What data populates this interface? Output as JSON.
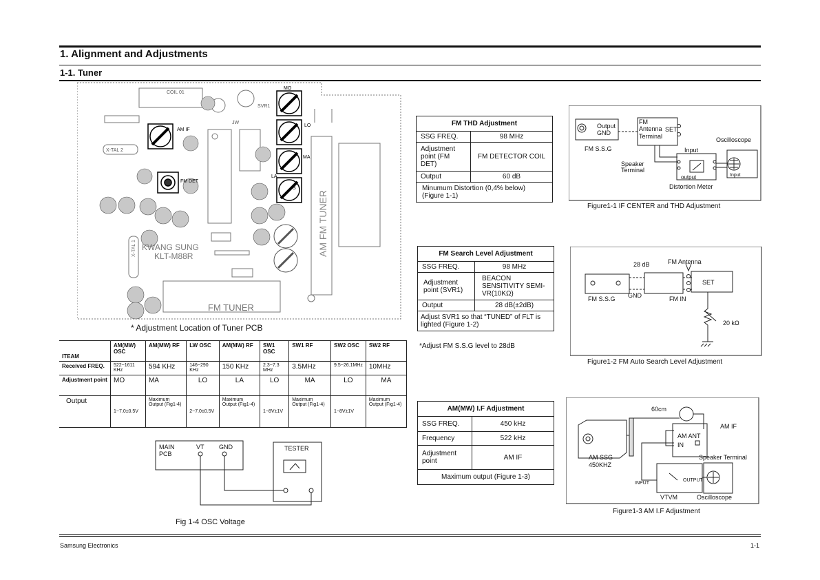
{
  "header": {
    "title": "1. Alignment and Adjustments",
    "subtitle": "1-1. Tuner"
  },
  "pcb": {
    "caption": "* Adjustment Location of Tuner PCB",
    "coil_label": "COIL 01",
    "am_if": "AM IF",
    "fm_det": "FM DET",
    "mo": "MO",
    "lo": "LO",
    "ma": "MA",
    "la": "LA",
    "s": "S",
    "brand": "KWANG SUNG",
    "model": "KLT-M88R",
    "fm_tuner": "FM TUNER",
    "am_fm_tuner": "AM FM TUNER",
    "xtal": "X-TAL 2",
    "xtal1": "X-TAL 1",
    "svr1": "SVR1",
    "jw": "JW"
  },
  "fm_thd": {
    "title": "FM THD Adjustment",
    "rows": [
      {
        "label": "SSG FREQ.",
        "value": "98 MHz"
      },
      {
        "label": "Adjustment point (FM DET)",
        "value": "FM DETECTOR COIL"
      },
      {
        "label": "Output",
        "value": "60 dB"
      }
    ],
    "note": "Minumum Distortion (0,4% below) (Figure 1-1)"
  },
  "fm_search": {
    "title": "FM Search Level Adjustment",
    "rows": [
      {
        "label": "SSG FREQ.",
        "value": "98 MHz"
      },
      {
        "label": "Adjustment point (SVR1)",
        "value": "BEACON SENSITIVITY SEMI-VR(10KΩ)"
      },
      {
        "label": "Output",
        "value": "28 dB(±2dB)"
      }
    ],
    "note": "Adjust SVR1 so that “TUNED” of FLT is lighted (Figure 1-2)",
    "extra_note": "*Adjust FM S.S.G level to 28dB"
  },
  "am_if_adj": {
    "title": "AM(MW) I.F Adjustment",
    "rows": [
      {
        "label": "SSG FREQ.",
        "value": "450 kHz"
      },
      {
        "label": "Frequency",
        "value": "522 kHz"
      },
      {
        "label": "Adjustment point",
        "value": "AM IF"
      }
    ],
    "note": "Maximum output (Figure 1-3)"
  },
  "fig1": {
    "caption": "Figure1-1  IF CENTER and THD Adjustment",
    "output_gnd": "Output GND",
    "fm_antenna_terminal": "FM Antenna Terminal",
    "set": "SET",
    "oscilloscope": "Oscilloscope",
    "fm_ssg": "FM S.S.G",
    "input": "Input",
    "speaker_terminal": "Speaker Terminal",
    "output": "output",
    "input2": "Input",
    "distortion_meter": "Distortion Meter"
  },
  "fig2": {
    "caption": "Figure1-2  FM Auto Search Level Adjustment",
    "db28": "28 dB",
    "fm_antenna": "FM Antenna",
    "set": "SET",
    "gnd": "GND",
    "fm_in": "FM IN",
    "fm_ssg": "FM S.S.G",
    "res": "20 kΩ"
  },
  "fig3": {
    "caption": "Figure1-3  AM I.F Adjustment",
    "cm60": "60cm",
    "am_if": "AM IF",
    "am_ant": "AM ANT",
    "in": "IN",
    "am_ssg": "AM SSG",
    "khz": "450KHZ",
    "speaker_terminal": "Speaker Terminal",
    "input": "INPUT",
    "output": "OUTPUT",
    "vtvm": "VTVM",
    "oscilloscope": "Oscilloscope"
  },
  "osc_table": {
    "headers": [
      "ITEAM",
      "AM(MW) OSC",
      "AM(MW) RF",
      "LW OSC",
      "AM(MW) RF",
      "SW1 OSC",
      "SW1 RF",
      "SW2 OSC",
      "SW2 RF"
    ],
    "rows": [
      {
        "label": "Received FREQ.",
        "cells": [
          "522~1611 KHz",
          "594 KHz",
          "146~290 KHz",
          "150 KHz",
          "2.3~7.3 MHz",
          "3.5MHz",
          "9.5~26.1MHz",
          "10MHz"
        ]
      },
      {
        "label": "Adjustment point",
        "cells": [
          "MO",
          "MA",
          "LO",
          "LA",
          "LO",
          "MA",
          "LO",
          "MA"
        ]
      },
      {
        "label": "Output",
        "cells": [
          "1~7.0±0.5V",
          "Maximum Output (Fig1-4)",
          "2~7.0±0.5V",
          "Maximum Output (Fig1-4)",
          "1~8V±1V",
          "Maximum Output (Fig1-4)",
          "1~8V±1V",
          "Maximum Output (Fig1-4)"
        ]
      }
    ]
  },
  "fig4": {
    "caption": "Fig 1-4 OSC Voltage",
    "main_pcb": "MAIN PCB",
    "vt": "VT",
    "gnd": "GND",
    "tester": "TESTER"
  },
  "footer": {
    "left": "Samsung Electronics",
    "right": "1-1"
  }
}
